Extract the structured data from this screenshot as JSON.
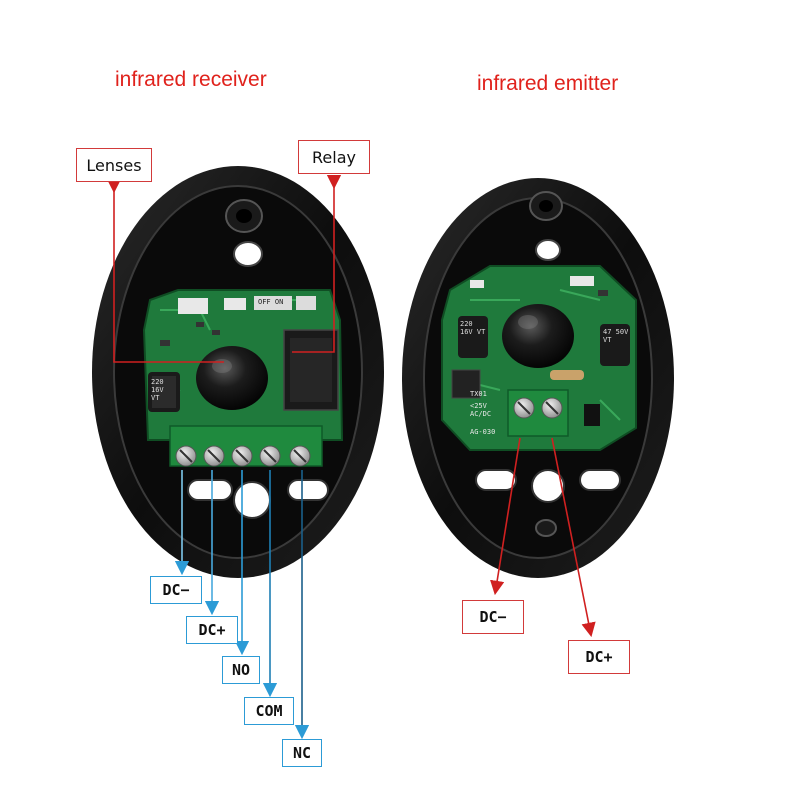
{
  "titles": {
    "receiver": "infrared receiver",
    "emitter": "infrared emitter"
  },
  "receiver_callouts": {
    "lenses": "Lenses",
    "relay": "Relay"
  },
  "receiver_terminals": [
    "DC−",
    "DC+",
    "NO",
    "COM",
    "NC"
  ],
  "emitter_terminals": [
    "DC−",
    "DC+"
  ],
  "board_print": {
    "receiver_cap": "220 16V VT",
    "receiver_switch": "OFF ON",
    "emitter_cap_left": "220 16V VT",
    "emitter_cap_right": "47 50V VT",
    "emitter_id": "TX01",
    "emitter_voltage": "<25V AC/DC",
    "emitter_model": "AG-030"
  },
  "colors": {
    "heading": "#e0221c",
    "callout_border": "#d23a3a",
    "receiver_leader": "#2c9bd6",
    "emitter_leader": "#d02020",
    "housing": "#121212",
    "pcb": "#1f7a3c",
    "terminal_block": "#1f8a3e"
  }
}
